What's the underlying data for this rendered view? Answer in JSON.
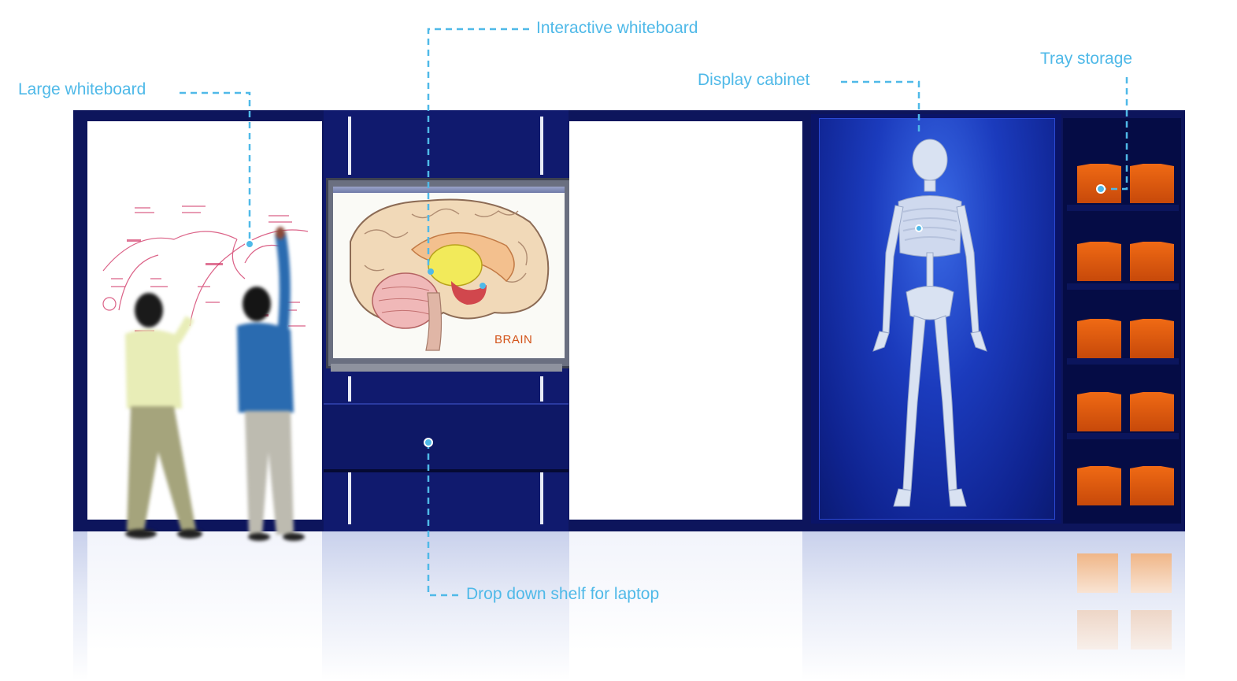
{
  "labels": {
    "large_whiteboard": "Large whiteboard",
    "interactive_whiteboard": "Interactive whiteboard",
    "display_cabinet": "Display cabinet",
    "tray_storage": "Tray storage",
    "drop_down_shelf": "Drop down shelf for laptop"
  },
  "screen": {
    "caption": "BRAIN"
  },
  "colors": {
    "wall": "#0d155c",
    "callout": "#4fb9e8",
    "tray": "#e8600f",
    "cabinet": "#1b3bbd"
  }
}
